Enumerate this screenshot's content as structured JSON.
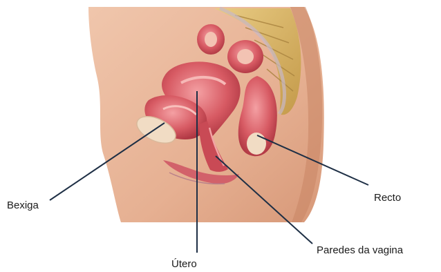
{
  "labels": {
    "bexiga": "Bexiga",
    "utero": "Útero",
    "recto": "Recto",
    "paredes": "Paredes da vagina"
  },
  "colors": {
    "skin": "#e8b79a",
    "skin_shadow": "#cf9072",
    "muscle": "#d4555e",
    "muscle_dark": "#a8303c",
    "muscle_light": "#ee8f93",
    "bladder": "#f1dcc4",
    "spine": "#d9b96a",
    "leader_line": "#1e2f45"
  }
}
